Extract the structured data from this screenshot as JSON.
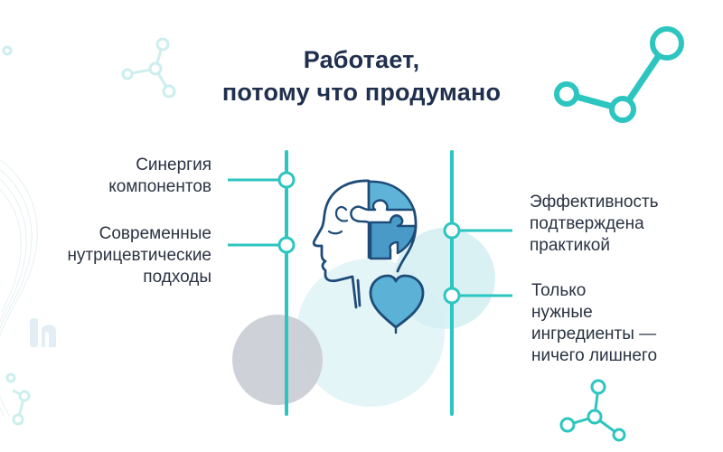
{
  "title": {
    "line1": "Работает,",
    "line2": "потому что продумано"
  },
  "features_left": [
    {
      "line1": "Синергия",
      "line2": "компонентов"
    },
    {
      "line1": "Современные",
      "line2": "нутрицевтические",
      "line3": "подходы"
    }
  ],
  "features_right": [
    {
      "line1": "Эффективность",
      "line2": "подтверждена",
      "line3": "практикой"
    },
    {
      "line1": "Только",
      "line2": "нужные",
      "line3": "ингредиенты —",
      "line4": "ничего лишнего"
    }
  ],
  "colors": {
    "accent_teal": "#2cc5c0",
    "title_navy": "#1f2f4d",
    "icon_outline": "#1e4c78",
    "puzzle_blue": "#4aa3cf",
    "heart_blue": "#5bb2d6",
    "circle_light": "#d9f2f5",
    "circle_grey": "#c7cbd3"
  },
  "icons": [
    "molecule-icon",
    "head-puzzle-icon",
    "heart-icon",
    "logo-mark"
  ]
}
